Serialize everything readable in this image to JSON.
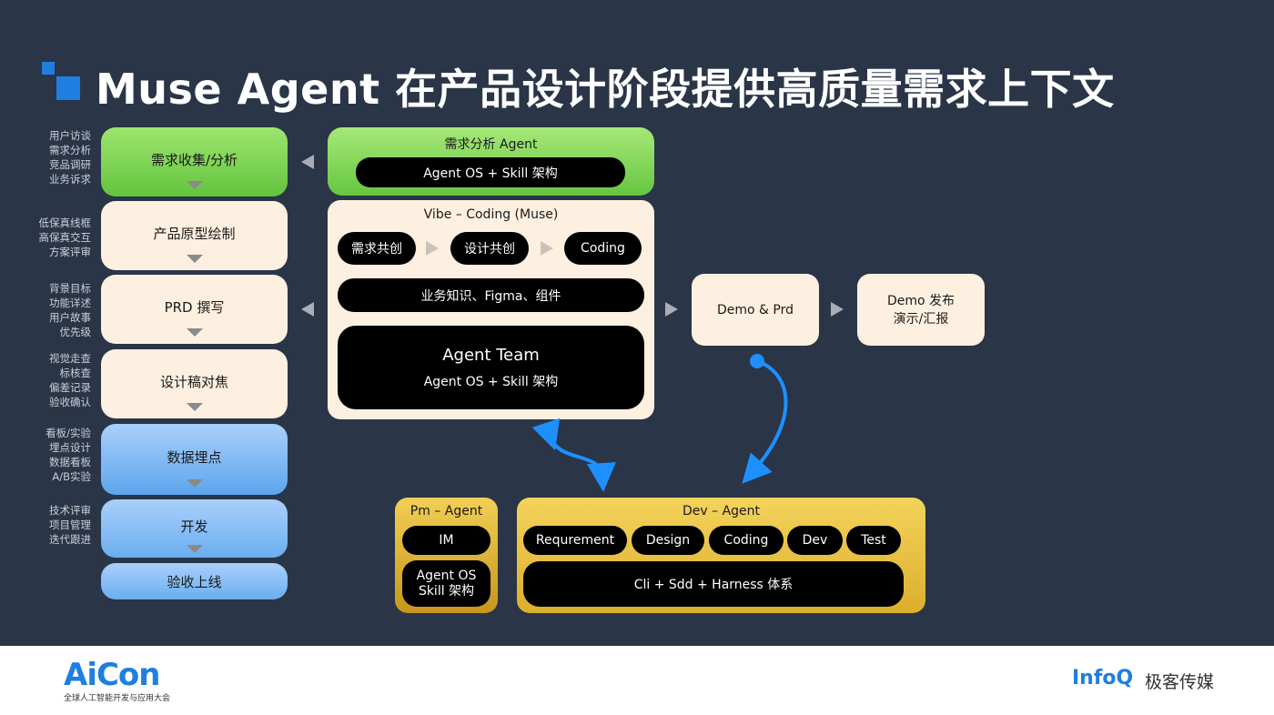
{
  "title": "Muse Agent 在产品设计阶段提供高质量需求上下文",
  "stages": [
    {
      "label": "需求收集/分析",
      "notes": [
        "用户访谈",
        "需求分析",
        "竞品调研",
        "业务诉求"
      ]
    },
    {
      "label": "产品原型绘制",
      "notes": [
        "低保真线框",
        "高保真交互",
        "方案评审"
      ]
    },
    {
      "label": "PRD 撰写",
      "notes": [
        "背景目标",
        "功能详述",
        "用户故事",
        "优先级"
      ]
    },
    {
      "label": "设计稿对焦",
      "notes": [
        "视觉走查",
        "标核查",
        "偏差记录",
        "验收确认"
      ]
    },
    {
      "label": "数据埋点",
      "notes": [
        "看板/实验",
        "埋点设计",
        "数据看板",
        "A/B实验"
      ]
    },
    {
      "label": "开发",
      "notes": [
        "技术评审",
        "项目管理",
        "迭代跟进"
      ]
    },
    {
      "label": "验收上线",
      "notes": []
    }
  ],
  "analysis_agent": {
    "title": "需求分析 Agent",
    "pill": "Agent OS + Skill 架构"
  },
  "vibe": {
    "title": "Vibe – Coding (Muse)",
    "steps": [
      "需求共创",
      "设计共创",
      "Coding"
    ],
    "knowledge": "业务知识、Figma、组件",
    "team_title": "Agent Team",
    "team_sub": "Agent OS + Skill 架构"
  },
  "demo_prd": "Demo & Prd",
  "demo_release": [
    "Demo 发布",
    "演示/汇报"
  ],
  "pm_agent": {
    "title": "Pm – Agent",
    "im": "IM",
    "os": [
      "Agent OS",
      "Skill 架构"
    ]
  },
  "dev_agent": {
    "title": "Dev – Agent",
    "steps": [
      "Requrement",
      "Design",
      "Coding",
      "Dev",
      "Test"
    ],
    "base": "Cli + Sdd + Harness 体系"
  },
  "footer": {
    "aicon": "AiCon",
    "aicon_sub": "全球人工智能开发与应用大会",
    "infoq": "InfoQ",
    "geek": "极客传媒"
  },
  "colors": {
    "background": "#2a3548",
    "green": "#7ed957",
    "cream": "#fdf0e0",
    "blue": "#8fc1f7",
    "gold": "#e8be3c",
    "arrow_blue": "#1e8fff"
  }
}
